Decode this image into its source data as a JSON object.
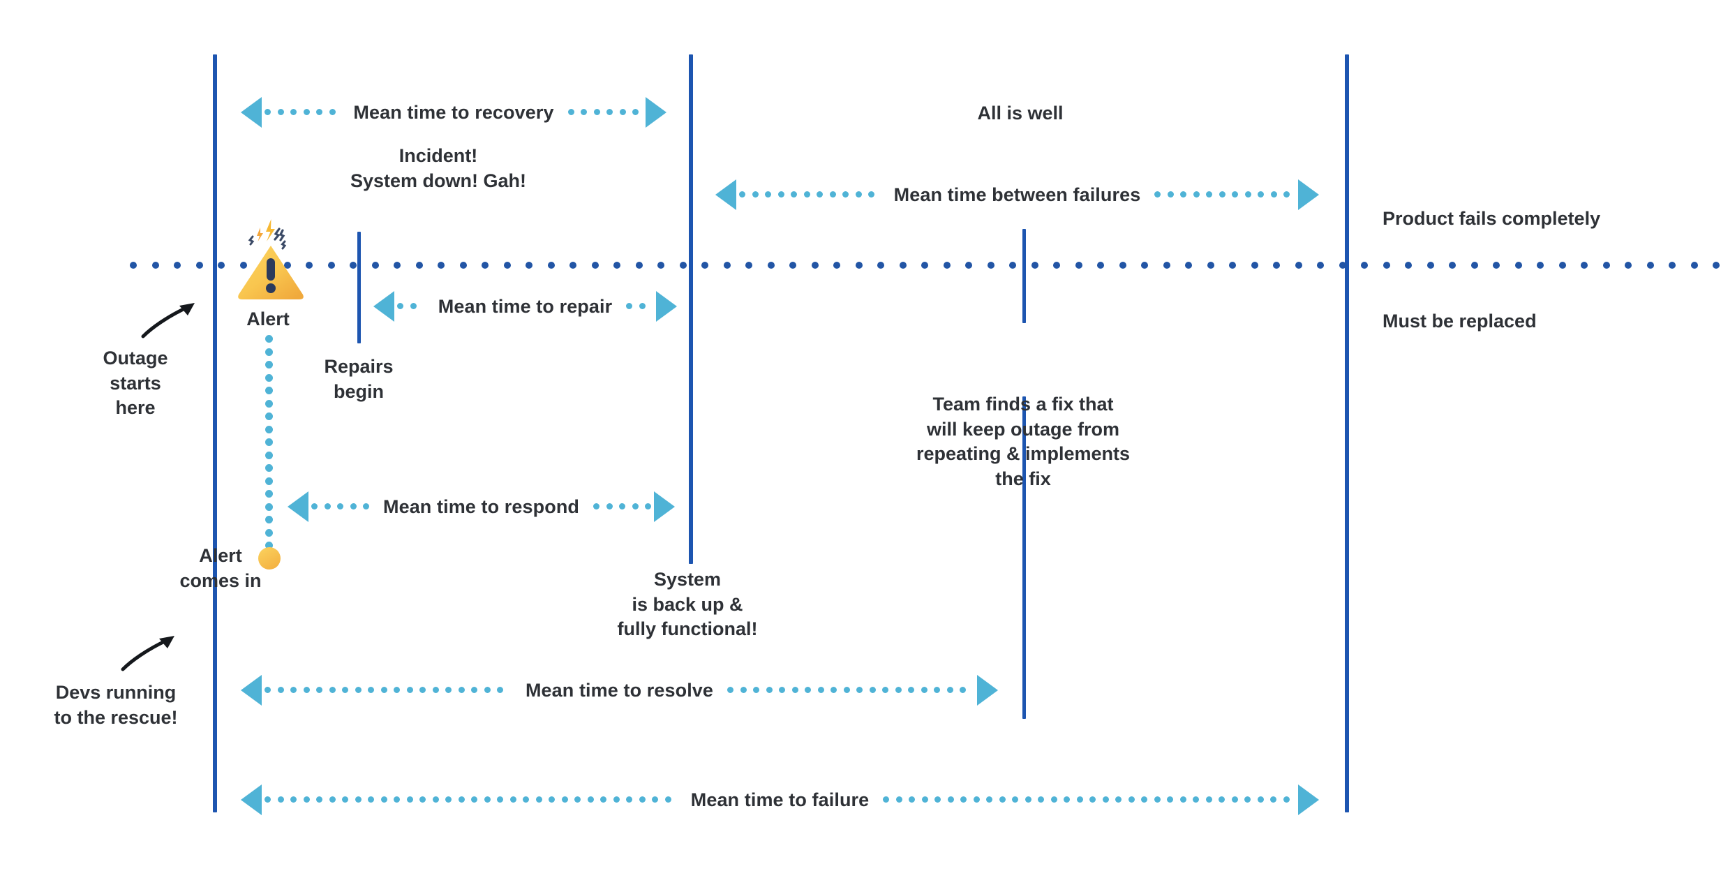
{
  "diagram": {
    "title_present": false,
    "colors": {
      "marker_blue": "#1d55b0",
      "axis_dot_blue": "#2255a5",
      "measure_cyan": "#4fb3d6",
      "alert_yellow": "#f8c44a",
      "alert_dark": "#2b3a5c",
      "text": "#2e3136",
      "background": "#ffffff"
    }
  },
  "measures": [
    {
      "id": "mttrecovery",
      "label": "Mean time to recovery"
    },
    {
      "id": "mtbf",
      "label": "Mean time between failures"
    },
    {
      "id": "mttrepair",
      "label": "Mean time to repair"
    },
    {
      "id": "mttrespond",
      "label": "Mean time to respond"
    },
    {
      "id": "mttresolve",
      "label": "Mean time to resolve"
    },
    {
      "id": "mttfailure",
      "label": "Mean time to failure"
    }
  ],
  "notes": {
    "all_is_well": "All is well",
    "incident": "Incident!\nSystem down! Gah!",
    "product_fails": "Product fails completely",
    "must_be_replaced": "Must be replaced",
    "alert": "Alert",
    "repairs_begin": "Repairs\nbegin",
    "team_finds_fix": "Team finds a fix that\nwill keep outage from\nrepeating & implements\nthe fix",
    "alert_comes_in": "Alert\ncomes in",
    "system_back_up": "System\nis back up &\nfully functional!",
    "outage_starts_here": "Outage\nstarts\nhere",
    "devs_running": "Devs running\nto the rescue!"
  },
  "icons": {
    "alert_triangle": "alert-triangle-icon",
    "alert_dot": "alert-dot-icon",
    "curve_arrow_outage": "curved-arrow-icon",
    "curve_arrow_devs": "curved-arrow-icon"
  }
}
